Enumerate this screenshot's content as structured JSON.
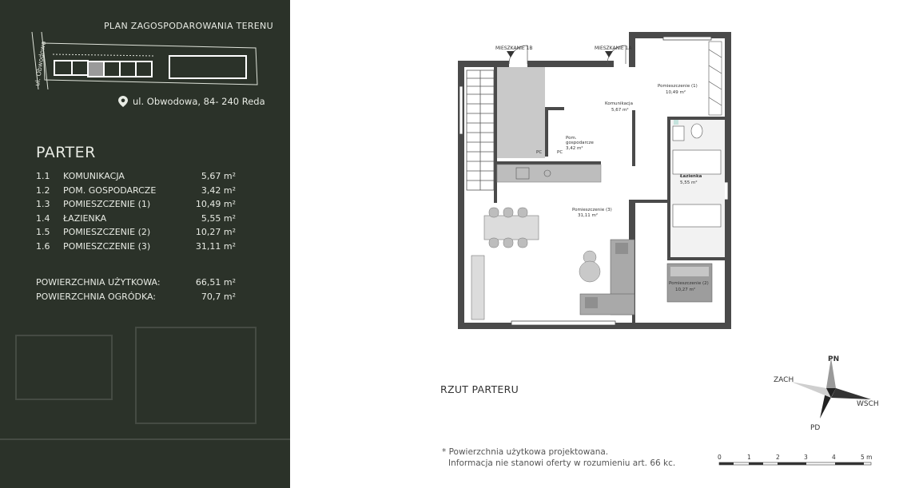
{
  "site_plan": {
    "title": "PLAN ZAGOSPODAROWANIA TERENU",
    "street_label": "ul. Obwodowa",
    "address": "ul. Obwodowa, 84- 240 Reda",
    "icons": {
      "location": "map-pin-icon"
    }
  },
  "floor": {
    "title": "PARTER",
    "rooms": [
      {
        "num": "1.1",
        "name": "KOMUNIKACJA",
        "area": "5,67 m²"
      },
      {
        "num": "1.2",
        "name": "POM. GOSPODARCZE",
        "area": "3,42 m²"
      },
      {
        "num": "1.3",
        "name": "POMIESZCZENIE (1)",
        "area": "10,49 m²"
      },
      {
        "num": "1.4",
        "name": "ŁAZIENKA",
        "area": "5,55 m²"
      },
      {
        "num": "1.5",
        "name": "POMIESZCZENIE (2)",
        "area": "10,27 m²"
      },
      {
        "num": "1.6",
        "name": "POMIESZCZENIE (3)",
        "area": "31,11 m²"
      }
    ],
    "usable_area": {
      "label": "POWIERZCHNIA UŻYTKOWA:",
      "value": "66,51 m²"
    },
    "garden_area": {
      "label": "POWIERZCHNIA OGRÓDKA:",
      "value": "70,7  m²"
    }
  },
  "plan": {
    "entrance_b": "MIESZKANIE 1B",
    "entrance_a": "MIESZKANIE 1A",
    "labels": {
      "p1_name": "Pomieszczenie (1)",
      "p1_area": "10,49 m²",
      "kom_name": "Komunikacja",
      "kom_area": "5,67 m²",
      "gosp_name1": "Pom.",
      "gosp_name2": "gospodarcze",
      "gosp_area": "3,42 m²",
      "lazienka_name": "Łazienka",
      "lazienka_area": "5,55 m²",
      "p3_name": "Pomieszczenie (3)",
      "p3_area": "31,11 m²",
      "p2_name": "Pomieszczenie (2)",
      "p2_area": "10,27 m²",
      "pc": "PC"
    },
    "caption": "RZUT PARTERU"
  },
  "compass": {
    "n": "PN",
    "e": "WSCH",
    "s": "PD",
    "w": "ZACH"
  },
  "scale": {
    "ticks": [
      "0",
      "1",
      "2",
      "3",
      "4",
      "5 m"
    ]
  },
  "note": {
    "line1": "* Powierzchnia użytkowa projektowana.",
    "line2": "Informacja nie stanowi oferty w rozumieniu art. 66 kc."
  },
  "colors": {
    "panel": "#2b3229",
    "wall": "#4a4a4a",
    "highlight_unit": "#9a9a9a",
    "glass": "#c5e3dd"
  }
}
